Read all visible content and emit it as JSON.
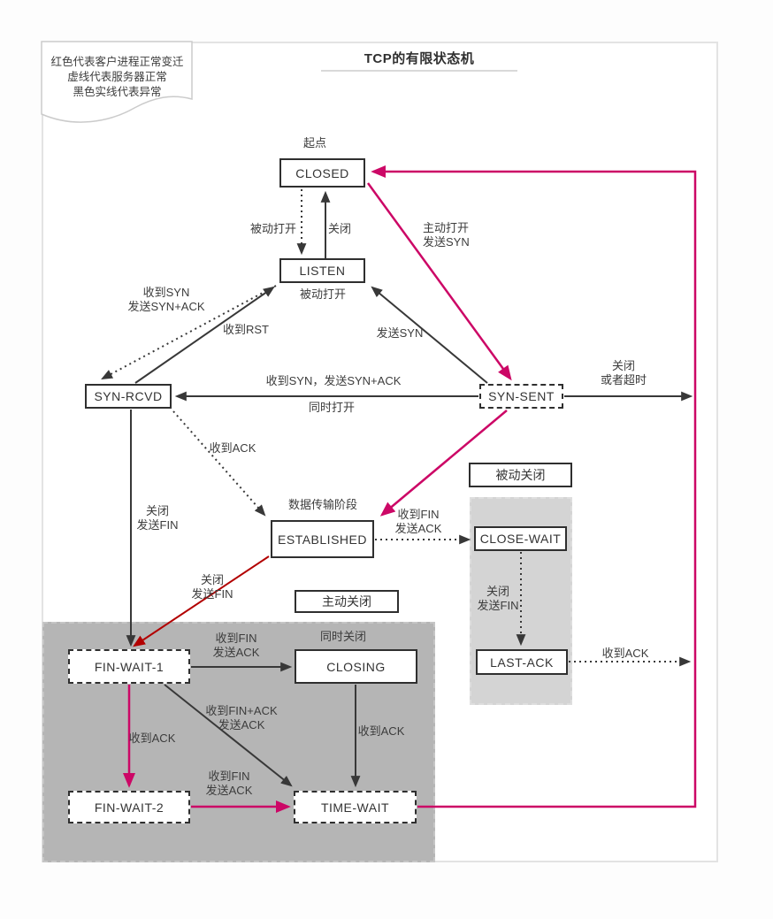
{
  "title": "TCP的有限状态机",
  "legend": {
    "line1": "红色代表客户进程正常变迁",
    "line2": "虚线代表服务器正常",
    "line3": "黑色实线代表异常"
  },
  "annotations": {
    "start": "起点",
    "data_transfer": "数据传输阶段",
    "passive_close": "被动关闭",
    "active_close": "主动关闭",
    "listen_passive_open": "被动打开",
    "simultaneous_close": "同时关闭"
  },
  "states": {
    "closed": "CLOSED",
    "listen": "LISTEN",
    "syn_rcvd": "SYN-RCVD",
    "syn_sent": "SYN-SENT",
    "established": "ESTABLISHED",
    "close_wait": "CLOSE-WAIT",
    "last_ack": "LAST-ACK",
    "fin_wait_1": "FIN-WAIT-1",
    "closing": "CLOSING",
    "fin_wait_2": "FIN-WAIT-2",
    "time_wait": "TIME-WAIT"
  },
  "transitions": {
    "closed_listen": "被动打开",
    "listen_closed": "关闭",
    "closed_syn_sent_l1": "主动打开",
    "closed_syn_sent_l2": "发送SYN",
    "listen_syn_rcvd_l1": "收到SYN",
    "listen_syn_rcvd_l2": "发送SYN+ACK",
    "syn_rcvd_listen": "收到RST",
    "syn_sent_listen": "发送SYN",
    "syn_sent_syn_rcvd_l1": "收到SYN，发送SYN+ACK",
    "syn_sent_syn_rcvd_l2": "同时打开",
    "syn_sent_closed_l1": "关闭",
    "syn_sent_closed_l2": "或者超时",
    "syn_rcvd_established": "收到ACK",
    "syn_rcvd_fin_wait1_l1": "关闭",
    "syn_rcvd_fin_wait1_l2": "发送FIN",
    "established_close_wait_l1": "收到FIN",
    "established_close_wait_l2": "发送ACK",
    "close_wait_last_ack_l1": "关闭",
    "close_wait_last_ack_l2": "发送FIN",
    "last_ack_closed": "收到ACK",
    "established_fin_wait1_l1": "关闭",
    "established_fin_wait1_l2": "发送FIN",
    "fin_wait1_closing_l1": "收到FIN",
    "fin_wait1_closing_l2": "发送ACK",
    "fin_wait1_fin_wait2": "收到ACK",
    "fin_wait1_time_wait_l1": "收到FIN+ACK",
    "fin_wait1_time_wait_l2": "发送ACK",
    "closing_time_wait": "收到ACK",
    "fin_wait2_time_wait_l1": "收到FIN",
    "fin_wait2_time_wait_l2": "发送ACK"
  },
  "colors": {
    "client_normal_magenta": "#cc0766",
    "abnormal_dark_red": "#b20000",
    "line_black": "#383838",
    "region_dark_gray": "#b5b5b5",
    "region_light_gray": "#d4d4d4"
  }
}
